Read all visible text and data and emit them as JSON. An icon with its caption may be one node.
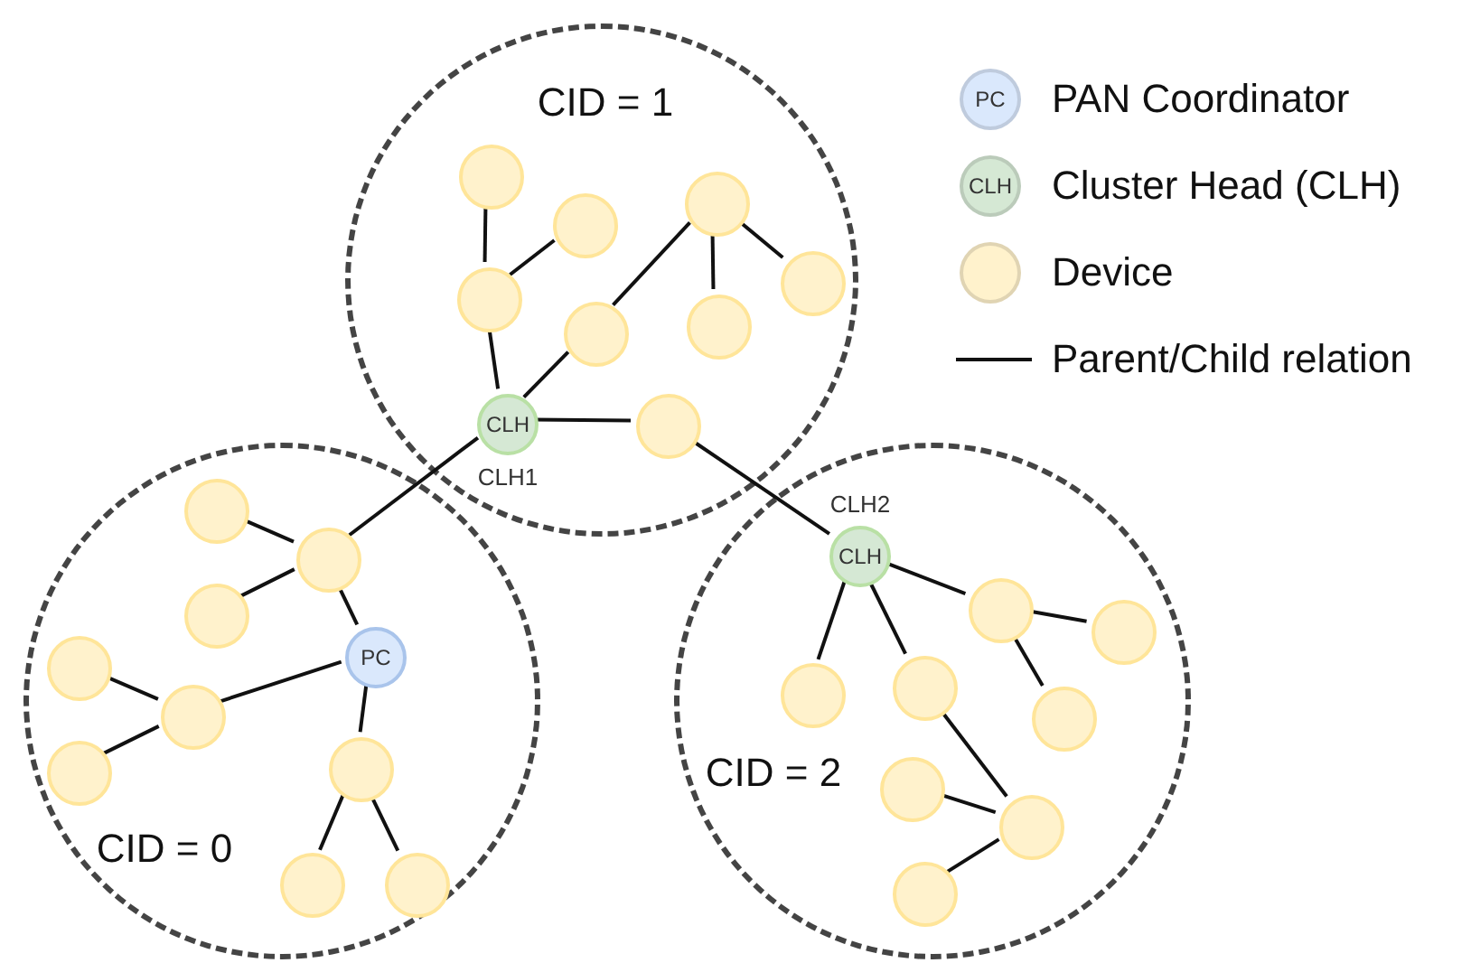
{
  "diagram": {
    "nodes": [
      {
        "text": [
          "CID = 1"
        ]
      },
      {
        "text": [],
        "shape": "circle",
        "in": 0
      },
      {
        "text": [],
        "shape": "circle",
        "in": 0
      },
      {
        "text": [],
        "shape": "circle",
        "in": 0
      },
      {
        "text": [],
        "shape": "circle",
        "in": 0
      },
      {
        "text": [],
        "shape": "circle",
        "in": 0
      },
      {
        "text": [],
        "shape": "circle",
        "in": 0
      },
      {
        "text": [],
        "shape": "circle",
        "in": 0
      },
      {
        "text": [
          "CLH"
        ],
        "beside": [
          "CLH1"
        ],
        "in": 0
      },
      {
        "text": [],
        "shape": "circle",
        "in": 0
      },
      {
        "text": [
          "CID = 0"
        ]
      },
      {
        "text": [],
        "shape": "circle",
        "in": 10
      },
      {
        "text": [],
        "shape": "circle",
        "in": 10
      },
      {
        "text": [],
        "shape": "circle",
        "in": 10
      },
      {
        "text": [
          "PC"
        ],
        "in": 10
      },
      {
        "text": [],
        "shape": "circle",
        "in": 10
      },
      {
        "text": [],
        "shape": "circle",
        "in": 10
      },
      {
        "text": [],
        "shape": "circle",
        "in": 10
      },
      {
        "text": [],
        "shape": "circle",
        "in": 10
      },
      {
        "text": [],
        "shape": "circle",
        "in": 10
      },
      {
        "text": [],
        "shape": "circle",
        "in": 10
      },
      {
        "text": [
          "CID = 2"
        ]
      },
      {
        "text": [
          "CLH"
        ],
        "beside": [
          "CLH2"
        ],
        "in": 21
      },
      {
        "text": [],
        "shape": "circle",
        "in": 21
      },
      {
        "text": [],
        "shape": "circle",
        "in": 21
      },
      {
        "text": [],
        "shape": "circle",
        "in": 21
      },
      {
        "text": [],
        "shape": "circle",
        "in": 21
      },
      {
        "text": [],
        "shape": "circle",
        "in": 21
      },
      {
        "text": [],
        "shape": "circle",
        "in": 21
      },
      {
        "text": [],
        "shape": "circle",
        "in": 21
      },
      {
        "text": [],
        "shape": "circle",
        "in": 21
      }
    ],
    "edges": [
      {
        "from": 5,
        "to": 1,
        "arrow": "none"
      },
      {
        "from": 5,
        "to": 3,
        "arrow": "none"
      },
      {
        "from": 8,
        "to": 5,
        "arrow": "none"
      },
      {
        "from": 8,
        "to": 7,
        "arrow": "none"
      },
      {
        "from": 7,
        "to": 2,
        "arrow": "none"
      },
      {
        "from": 2,
        "to": 6,
        "arrow": "none"
      },
      {
        "from": 2,
        "to": 4,
        "arrow": "none"
      },
      {
        "from": 8,
        "to": 9,
        "arrow": "none"
      },
      {
        "from": 9,
        "to": 22,
        "arrow": "none"
      },
      {
        "from": 12,
        "to": 8,
        "arrow": "none"
      },
      {
        "from": 12,
        "to": 11,
        "arrow": "none"
      },
      {
        "from": 12,
        "to": 13,
        "arrow": "none"
      },
      {
        "from": 14,
        "to": 12,
        "arrow": "none"
      },
      {
        "from": 14,
        "to": 16,
        "arrow": "none"
      },
      {
        "from": 16,
        "to": 15,
        "arrow": "none"
      },
      {
        "from": 16,
        "to": 18,
        "arrow": "none"
      },
      {
        "from": 14,
        "to": 17,
        "arrow": "none"
      },
      {
        "from": 17,
        "to": 19,
        "arrow": "none"
      },
      {
        "from": 17,
        "to": 20,
        "arrow": "none"
      },
      {
        "from": 22,
        "to": 26,
        "arrow": "none"
      },
      {
        "from": 22,
        "to": 25,
        "arrow": "none"
      },
      {
        "from": 22,
        "to": 23,
        "arrow": "none"
      },
      {
        "from": 23,
        "to": 24,
        "arrow": "none"
      },
      {
        "from": 23,
        "to": 27,
        "arrow": "none"
      },
      {
        "from": 25,
        "to": 29,
        "arrow": "none"
      },
      {
        "from": 29,
        "to": 28,
        "arrow": "none"
      },
      {
        "from": 29,
        "to": 30,
        "arrow": "none"
      }
    ],
    "labels": [
      "PC",
      "CLH"
    ],
    "legend": [
      {
        "text": "PAN Coordinator",
        "color": "#dae8fc"
      },
      {
        "text": "Cluster Head (CLH)",
        "color": "#d5e8d4"
      },
      {
        "text": "Device",
        "color": "#fff2cc"
      },
      {
        "text": "Parent/Child relation"
      }
    ]
  }
}
